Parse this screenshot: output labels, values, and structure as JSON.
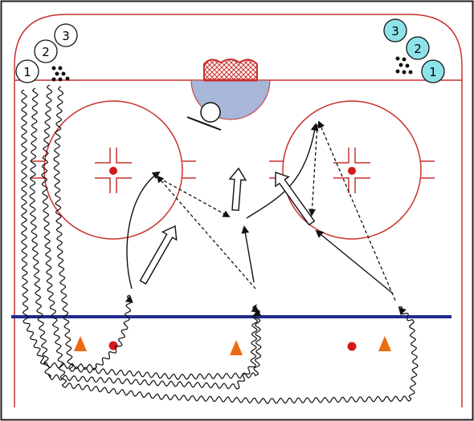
{
  "colors": {
    "frame": "#222222",
    "boards": "#c8312d",
    "red_line": "#c8312d",
    "blue_line": "#1f2d8c",
    "crease": "#a7b6d9",
    "player_light_blue": "#8ee3ea",
    "cone": "#ec6a10",
    "dot": "#d41919",
    "path": "#111111"
  },
  "players_left": [
    {
      "label": "1"
    },
    {
      "label": "2"
    },
    {
      "label": "3"
    }
  ],
  "players_right": [
    {
      "label": "3"
    },
    {
      "label": "2"
    },
    {
      "label": "1"
    }
  ],
  "icons": [
    "goal-net-icon",
    "goalie-icon",
    "puck-pile-icon",
    "cone-icon",
    "faceoff-dot-icon",
    "skate-path-icon",
    "pass-arrow-icon",
    "shot-arrow-icon"
  ]
}
